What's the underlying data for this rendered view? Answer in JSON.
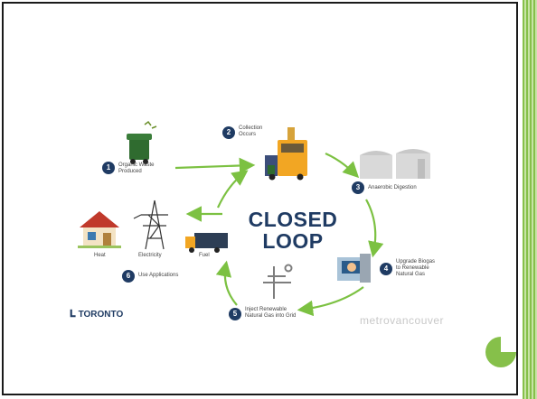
{
  "diagram": {
    "title_line1": "CLOSED",
    "title_line2": "LOOP",
    "steps": [
      {
        "num": "1",
        "label": "Organic Waste\nProduced"
      },
      {
        "num": "2",
        "label": "Collection\nOccurs"
      },
      {
        "num": "3",
        "label": "Anaerobic Digestion"
      },
      {
        "num": "4",
        "label": "Upgrade Biogas\nto Renewable\nNatural Gas"
      },
      {
        "num": "5",
        "label": "Inject Renewable\nNatural Gas into Grid"
      },
      {
        "num": "6",
        "label": "Use Applications"
      }
    ],
    "uses": [
      "Heat",
      "Electricity",
      "Fuel"
    ],
    "logo_left": "TORONTO",
    "logo_right": "metrovancouver"
  },
  "colors": {
    "accent_green": "#86c04a",
    "navy": "#1f3b63",
    "arrow_green": "#7cc142"
  }
}
